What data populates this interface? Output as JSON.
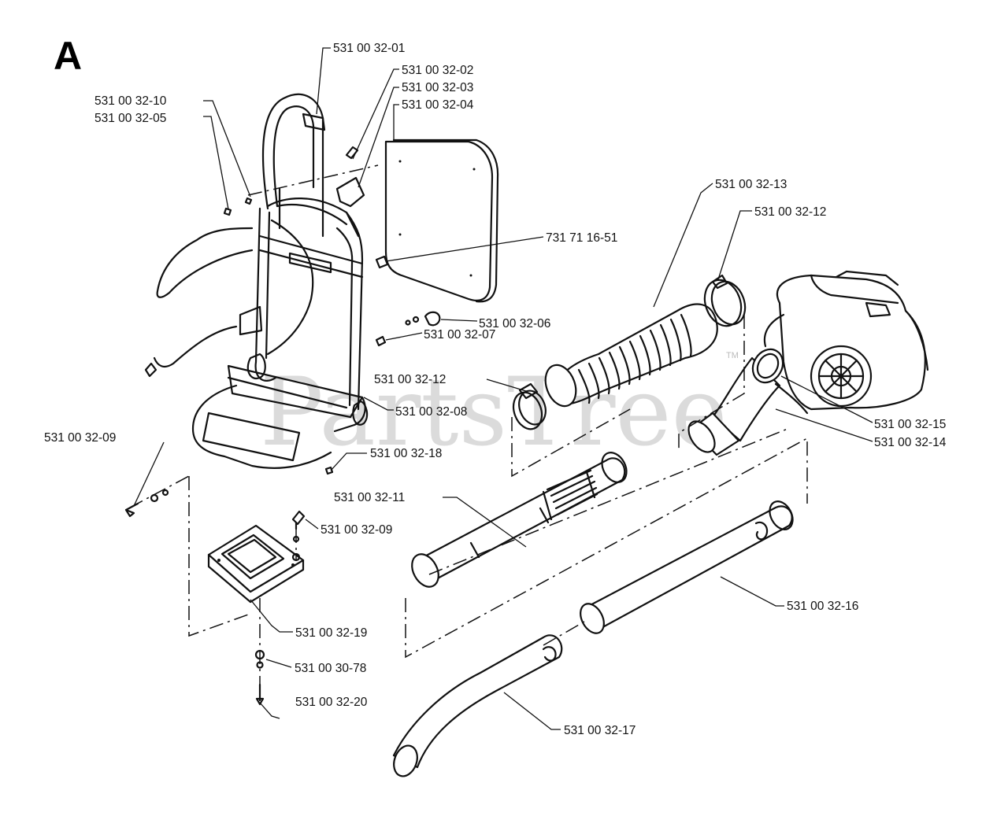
{
  "section_letter": "A",
  "watermark": "PartsTree",
  "watermark_tm": "TM",
  "labels": {
    "p01": "531 00 32-01",
    "p02": "531 00 32-02",
    "p03": "531 00 32-03",
    "p04": "531 00 32-04",
    "p10": "531 00 32-10",
    "p05": "531 00 32-05",
    "p13": "531 00 32-13",
    "p12a": "531 00 32-12",
    "p731": "731 71 16-51",
    "p06": "531 00 32-06",
    "p07": "531 00 32-07",
    "p12b": "531 00 32-12",
    "p08": "531 00 32-08",
    "p15": "531 00 32-15",
    "p14": "531 00 32-14",
    "p09a": "531 00 32-09",
    "p18": "531 00 32-18",
    "p11": "531 00 32-11",
    "p09b": "531 00 32-09",
    "p16": "531 00 32-16",
    "p19": "531 00 32-19",
    "p3078": "531 00 30-78",
    "p20": "531 00 32-20",
    "p17": "531 00 32-17"
  }
}
